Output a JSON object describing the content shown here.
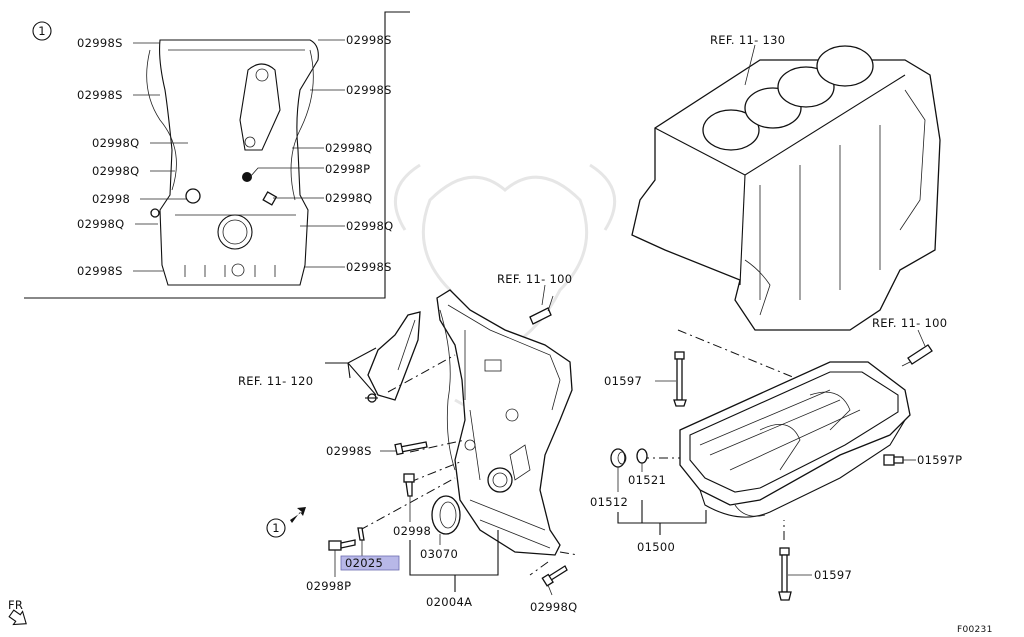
{
  "detail_view": {
    "callout_number": "1",
    "labels_left": [
      "02998S",
      "02998S",
      "02998Q",
      "02998Q",
      "02998",
      "02998Q",
      "02998S"
    ],
    "labels_right": [
      "02998S",
      "02998S",
      "02998Q",
      "02998P",
      "02998Q",
      "02998Q",
      "02998S"
    ]
  },
  "main_view": {
    "ref_block": "REF. 11- 130",
    "ref_cover_sensor": "REF. 11- 100",
    "ref_oilpan_sensor": "REF. 11- 100",
    "ref_bracket": "REF. 11- 120",
    "bolt_02998s": "02998S",
    "bolt_02998": "02998",
    "seal_03070": "03070",
    "cover_assy": "02004A",
    "bolt_02998q": "02998Q",
    "bolt_02998p": "02998P",
    "highlighted_part": "02025",
    "callout_number": "1",
    "bolt_01597_upper": "01597",
    "bolt_01597_lower": "01597",
    "bolt_01597p": "01597P",
    "plug_01512": "01512",
    "gasket_01521": "01521",
    "oil_pan_01500": "01500",
    "direction_label": "FR",
    "figure_code": "F00231"
  },
  "colors": {
    "highlight_fill": "#b8b8e8",
    "line": "#111111"
  }
}
